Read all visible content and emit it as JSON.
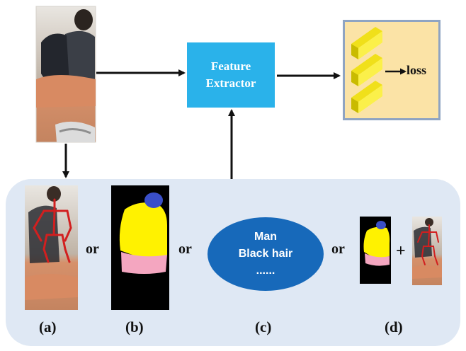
{
  "feature_extractor": {
    "line1": "Feature",
    "line2": "Extractor"
  },
  "loss_label": "loss",
  "option_c": {
    "line1": "Man",
    "line2": "Black hair",
    "line3": "......"
  },
  "connectors": {
    "or_1": "or",
    "or_2": "or",
    "or_3": "or",
    "plus": "+"
  },
  "captions": {
    "a": "(a)",
    "b": "(b)",
    "c": "(c)",
    "d": "(d)"
  },
  "colors": {
    "panel": "#dfe8f4",
    "extractor": "#2ab2ea",
    "loss_box": "#fbe3a6",
    "loss_box_border": "#8fa4c2",
    "ellipse": "#1769ba",
    "skeleton": "#d21f1f",
    "mask_head": "#3a4fc8",
    "mask_body": "#fff200",
    "mask_legs": "#f4a6c0"
  },
  "icons": {
    "input": "person-photo",
    "a": "pose-skeleton-photo",
    "b": "parsing-mask",
    "d_mask": "parsing-mask-small",
    "d_pose": "pose-skeleton-photo-small",
    "loss_layers": "stacked-layers"
  }
}
